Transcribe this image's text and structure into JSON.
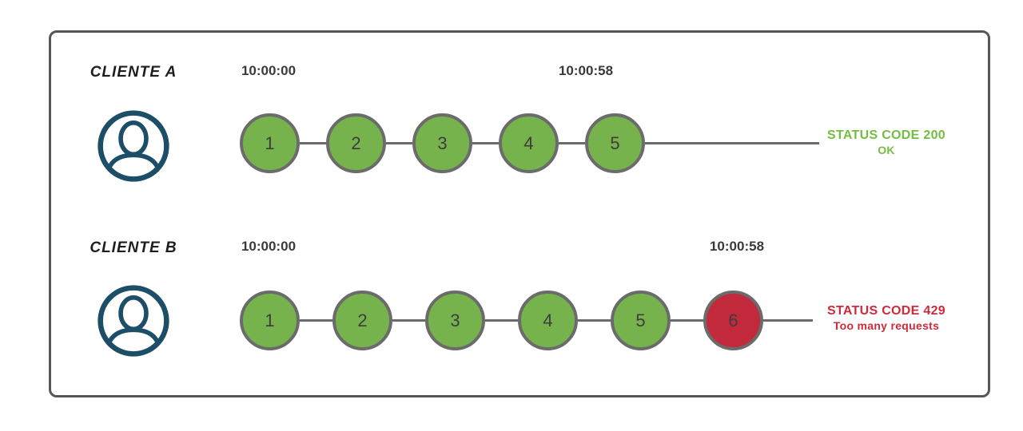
{
  "colors": {
    "success_fill": "#77b34d",
    "success_text": "#74bd43",
    "error_fill": "#c2293a",
    "error_text": "#d02a3a",
    "line": "#6b6b6b",
    "frame_border": "#565656",
    "avatar": "#1c4e68",
    "timestamp_text": "#3a3a3a",
    "client_text": "#1e1e1e",
    "number_text": "#3d3d3d"
  },
  "clients": [
    {
      "name": "CLIENTE A",
      "avatar_icon": "user-avatar-icon",
      "start_time": "10:00:00",
      "end_time": "10:00:58",
      "requests": [
        {
          "label": "1",
          "status": "ok"
        },
        {
          "label": "2",
          "status": "ok"
        },
        {
          "label": "3",
          "status": "ok"
        },
        {
          "label": "4",
          "status": "ok"
        },
        {
          "label": "5",
          "status": "ok"
        }
      ],
      "status": {
        "code_line": "STATUS CODE 200",
        "message": "OK",
        "tone": "success"
      }
    },
    {
      "name": "CLIENTE B",
      "avatar_icon": "user-avatar-icon",
      "start_time": "10:00:00",
      "end_time": "10:00:58",
      "requests": [
        {
          "label": "1",
          "status": "ok"
        },
        {
          "label": "2",
          "status": "ok"
        },
        {
          "label": "3",
          "status": "ok"
        },
        {
          "label": "4",
          "status": "ok"
        },
        {
          "label": "5",
          "status": "ok"
        },
        {
          "label": "6",
          "status": "blocked"
        }
      ],
      "status": {
        "code_line": "STATUS CODE 429",
        "message": "Too many requests",
        "tone": "error"
      }
    }
  ]
}
